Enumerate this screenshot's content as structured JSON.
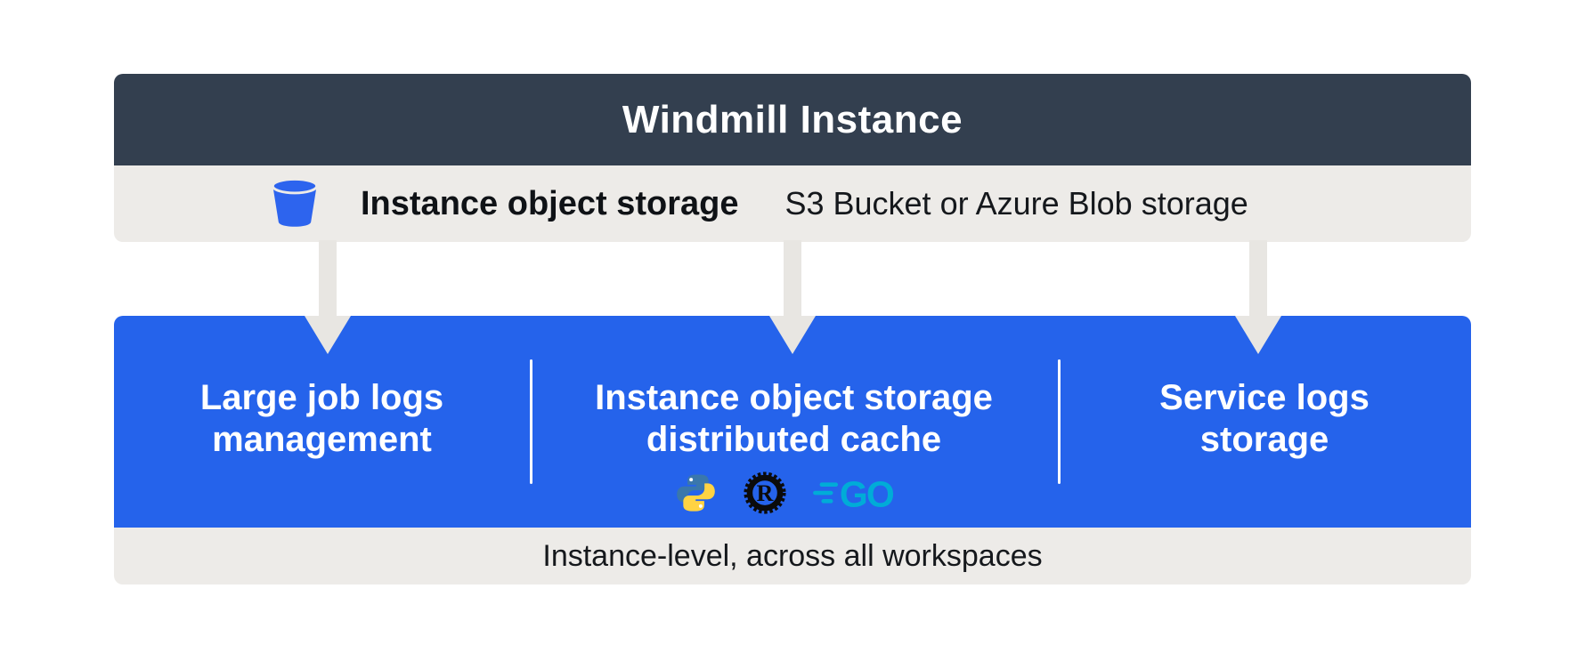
{
  "header": {
    "title": "Windmill Instance"
  },
  "object_storage_bar": {
    "icon": "bucket-icon",
    "label": "Instance object storage",
    "sublabel": "S3 Bucket or Azure Blob storage"
  },
  "features": [
    {
      "title_line1": "Large job logs",
      "title_line2": "management"
    },
    {
      "title_line1": "Instance object storage",
      "title_line2": "distributed cache",
      "language_icons": [
        "python-icon",
        "rust-icon",
        "go-icon"
      ]
    },
    {
      "title_line1": "Service logs",
      "title_line2": "storage"
    }
  ],
  "footer": {
    "label": "Instance-level, across all workspaces"
  },
  "colors": {
    "header_bg": "#333F4F",
    "panel_blue": "#2563EB",
    "band_gray": "#EDEBE8",
    "connector_gray": "#E8E6E2",
    "bucket_blue": "#2D64EE",
    "python_blue": "#3A77AC",
    "python_yellow": "#FFD343",
    "rust_black": "#0B0B0B",
    "go_teal": "#00ACD7",
    "text_dark": "#15181C",
    "text_white": "#FFFFFF"
  }
}
